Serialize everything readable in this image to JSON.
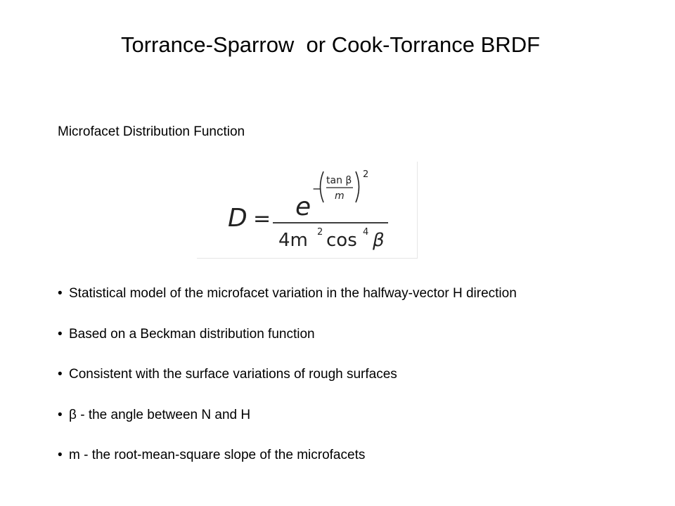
{
  "slide": {
    "title": "Torrance-Sparrow  or Cook-Torrance BRDF",
    "subtitle": "Microfacet Distribution Function",
    "formula": {
      "lhs": "D",
      "equals": "=",
      "numerator_base": "e",
      "exponent_sign": "−",
      "exponent_num": "tan β",
      "exponent_den": "m",
      "exponent_power": "2",
      "denominator": "4m",
      "denominator_m_power": "2",
      "denominator_cos": "cos",
      "denominator_cos_power": "4",
      "denominator_beta": "β"
    },
    "bullet_symbol": "•",
    "bullets": [
      "Statistical model of the microfacet variation in the halfway-vector H direction",
      "Based on a Beckman distribution function",
      "Consistent with the surface variations of rough surfaces",
      "β - the angle between N and H",
      "m - the root-mean-square slope of the microfacets"
    ]
  }
}
